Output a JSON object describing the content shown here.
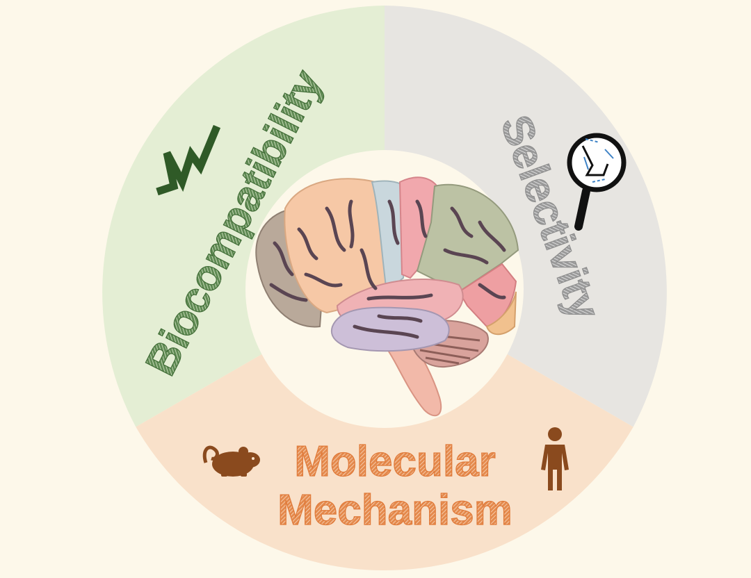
{
  "segments": {
    "biocompatibility": {
      "label": "Biocompatibility",
      "fill": "#e4eed4",
      "text_fill": "#3f6b35",
      "icon": "zigzag-signal-icon"
    },
    "selectivity": {
      "label": "Selectivity",
      "fill": "#e7e5e1",
      "text_fill": "#8d8d8d",
      "icon": "magnifier-icon"
    },
    "molecular_mechanism": {
      "label_line1": "Molecular",
      "label_line2": "Mechanism",
      "fill": "#f9e1ca",
      "text_fill": "#e48a4d",
      "icons": [
        "mouse-icon",
        "human-figure-icon"
      ]
    }
  },
  "center": {
    "icon": "brain-illustration",
    "fill": "#fdf8ea"
  },
  "colors": {
    "background": "#fdf8ea",
    "dark_green": "#2f5a27",
    "dark_brown": "#8a4a1e",
    "magnifier_blue": "#3f83c6"
  }
}
